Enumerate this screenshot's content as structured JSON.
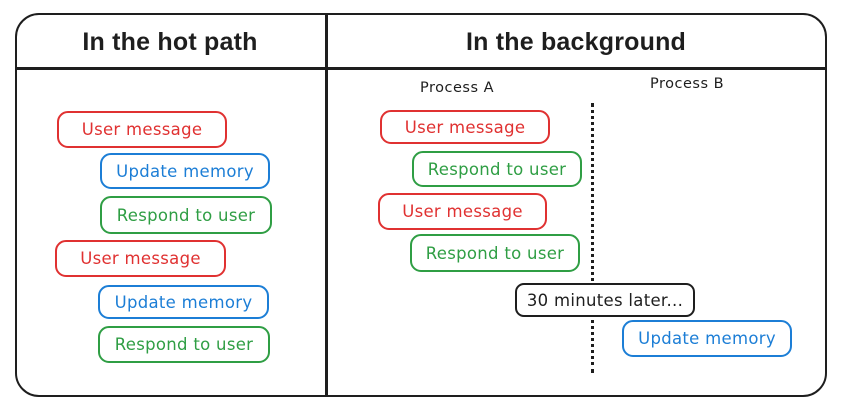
{
  "colors": {
    "red": "#e03131",
    "blue": "#1c7ed6",
    "green": "#2f9e44",
    "ink": "#1e1e1e"
  },
  "left_panel": {
    "title": "In the hot path",
    "boxes": [
      {
        "label": "User message",
        "color": "red"
      },
      {
        "label": "Update memory",
        "color": "blue"
      },
      {
        "label": "Respond to user",
        "color": "green"
      },
      {
        "label": "User message",
        "color": "red"
      },
      {
        "label": "Update memory",
        "color": "blue"
      },
      {
        "label": "Respond to user",
        "color": "green"
      }
    ]
  },
  "right_panel": {
    "title": "In the background",
    "process_a": {
      "label": "Process A",
      "boxes": [
        {
          "label": "User message",
          "color": "red"
        },
        {
          "label": "Respond to user",
          "color": "green"
        },
        {
          "label": "User message",
          "color": "red"
        },
        {
          "label": "Respond to user",
          "color": "green"
        }
      ]
    },
    "process_b": {
      "label": "Process B",
      "boxes": [
        {
          "label": "Update memory",
          "color": "blue"
        }
      ]
    },
    "time_gap": {
      "label": "30 minutes later...",
      "color": "ink"
    }
  }
}
